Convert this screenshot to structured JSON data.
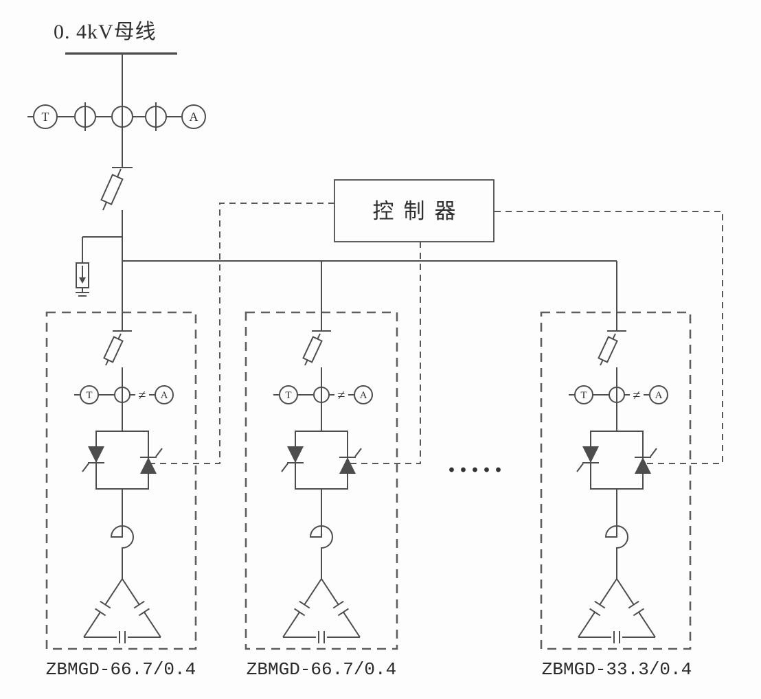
{
  "title": "0. 4kV母线",
  "controller": {
    "label": "控制器"
  },
  "meters": {
    "t": "T",
    "a": "A",
    "varmeter": "≠"
  },
  "separator_dots": "·····",
  "branches": [
    {
      "label": "ZBMGD-66.7/0.4"
    },
    {
      "label": "ZBMGD-66.7/0.4"
    },
    {
      "label": "ZBMGD-33.3/0.4"
    }
  ],
  "colors": {
    "line": "#4d4d4d",
    "background": "#fdfdfd",
    "text": "#2f2f2f"
  }
}
